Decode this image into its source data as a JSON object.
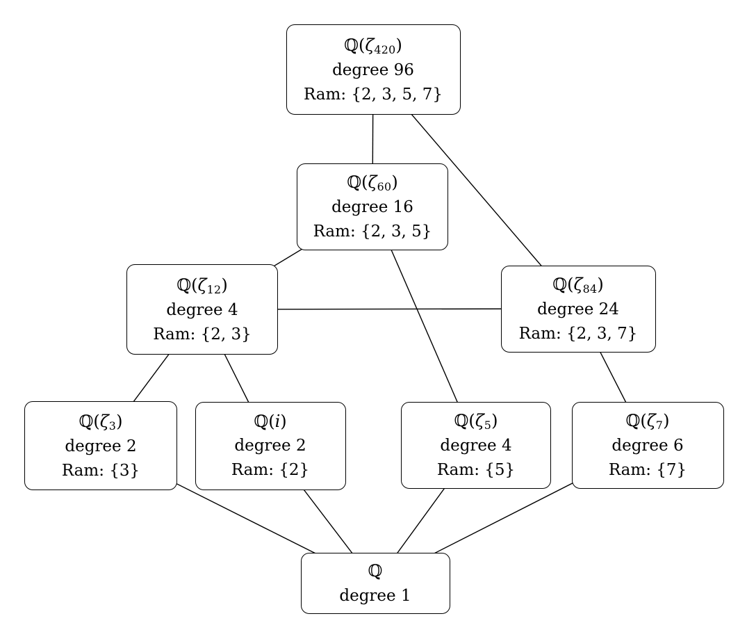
{
  "diagram": {
    "kind": "field-extension-lattice",
    "colors": {
      "line": "#000000",
      "node_border": "#000000",
      "node_background": "#ffffff",
      "text": "#000000"
    },
    "nodes": [
      {
        "id": "q-zeta420",
        "label_plain": "Q(zeta_420)",
        "label_parts": [
          {
            "text": "ℚ(",
            "style": "normal"
          },
          {
            "text": "ζ",
            "style": "italic"
          },
          {
            "text": "420",
            "style": "sub"
          },
          {
            "text": ")",
            "style": "normal"
          }
        ],
        "degree": "degree 96",
        "ram": "Ram: {2, 3, 5, 7}"
      },
      {
        "id": "q-zeta60",
        "label_plain": "Q(zeta_60)",
        "label_parts": [
          {
            "text": "ℚ(",
            "style": "normal"
          },
          {
            "text": "ζ",
            "style": "italic"
          },
          {
            "text": "60",
            "style": "sub"
          },
          {
            "text": ")",
            "style": "normal"
          }
        ],
        "degree": "degree 16",
        "ram": "Ram: {2, 3, 5}"
      },
      {
        "id": "q-zeta12",
        "label_plain": "Q(zeta_12)",
        "label_parts": [
          {
            "text": "ℚ(",
            "style": "normal"
          },
          {
            "text": "ζ",
            "style": "italic"
          },
          {
            "text": "12",
            "style": "sub"
          },
          {
            "text": ")",
            "style": "normal"
          }
        ],
        "degree": "degree 4",
        "ram": "Ram: {2, 3}"
      },
      {
        "id": "q-zeta84",
        "label_plain": "Q(zeta_84)",
        "label_parts": [
          {
            "text": "ℚ(",
            "style": "normal"
          },
          {
            "text": "ζ",
            "style": "italic"
          },
          {
            "text": "84",
            "style": "sub"
          },
          {
            "text": ")",
            "style": "normal"
          }
        ],
        "degree": "degree 24",
        "ram": "Ram: {2, 3, 7}"
      },
      {
        "id": "q-zeta3",
        "label_plain": "Q(zeta_3)",
        "label_parts": [
          {
            "text": "ℚ(",
            "style": "normal"
          },
          {
            "text": "ζ",
            "style": "italic"
          },
          {
            "text": "3",
            "style": "sub"
          },
          {
            "text": ")",
            "style": "normal"
          }
        ],
        "degree": "degree 2",
        "ram": "Ram: {3}"
      },
      {
        "id": "q-i",
        "label_plain": "Q(i)",
        "label_parts": [
          {
            "text": "ℚ(",
            "style": "normal"
          },
          {
            "text": "i",
            "style": "italic"
          },
          {
            "text": ")",
            "style": "normal"
          }
        ],
        "degree": "degree 2",
        "ram": "Ram: {2}"
      },
      {
        "id": "q-zeta5",
        "label_plain": "Q(zeta_5)",
        "label_parts": [
          {
            "text": "ℚ(",
            "style": "normal"
          },
          {
            "text": "ζ",
            "style": "italic"
          },
          {
            "text": "5",
            "style": "sub"
          },
          {
            "text": ")",
            "style": "normal"
          }
        ],
        "degree": "degree 4",
        "ram": "Ram: {5}"
      },
      {
        "id": "q-zeta7",
        "label_plain": "Q(zeta_7)",
        "label_parts": [
          {
            "text": "ℚ(",
            "style": "normal"
          },
          {
            "text": "ζ",
            "style": "italic"
          },
          {
            "text": "7",
            "style": "sub"
          },
          {
            "text": ")",
            "style": "normal"
          }
        ],
        "degree": "degree 6",
        "ram": "Ram: {7}"
      },
      {
        "id": "q",
        "label_plain": "Q",
        "label_parts": [
          {
            "text": "ℚ",
            "style": "normal"
          }
        ],
        "degree": "degree 1",
        "ram": null
      }
    ],
    "edges": [
      {
        "from": "q-zeta420",
        "to": "q-zeta60"
      },
      {
        "from": "q-zeta420",
        "to": "q-zeta84"
      },
      {
        "from": "q-zeta60",
        "to": "q-zeta12"
      },
      {
        "from": "q-zeta60",
        "to": "q-zeta5"
      },
      {
        "from": "q-zeta12",
        "to": "q-zeta84"
      },
      {
        "from": "q-zeta12",
        "to": "q-zeta3"
      },
      {
        "from": "q-zeta12",
        "to": "q-i"
      },
      {
        "from": "q-zeta84",
        "to": "q-zeta7"
      },
      {
        "from": "q-zeta3",
        "to": "q"
      },
      {
        "from": "q-i",
        "to": "q"
      },
      {
        "from": "q-zeta5",
        "to": "q"
      },
      {
        "from": "q-zeta7",
        "to": "q"
      }
    ]
  }
}
